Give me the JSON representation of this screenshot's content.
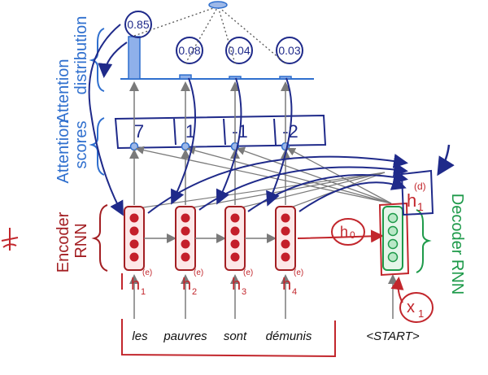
{
  "labels": {
    "attention_distribution_line1": "Attention",
    "attention_distribution_line2": "distribution",
    "attention_scores_line1": "Attention",
    "attention_scores_line2": "scores",
    "encoder_line1": "Encoder",
    "encoder_line2": "RNN",
    "decoder": "Decoder RNN"
  },
  "distribution_values": [
    "0.85",
    "0.08",
    "0.04",
    "0.03"
  ],
  "attention_scores": [
    "7",
    "1",
    "-1",
    "-2"
  ],
  "encoder_states": [
    "h1(e)",
    "h2(e)",
    "h3(e)",
    "h4(e)"
  ],
  "encoder_state_parts": [
    {
      "base": "h",
      "sub": "1",
      "sup": "(e)"
    },
    {
      "base": "h",
      "sub": "2",
      "sup": "(e)"
    },
    {
      "base": "h",
      "sub": "3",
      "sup": "(e)"
    },
    {
      "base": "h",
      "sub": "4",
      "sup": "(e)"
    }
  ],
  "decoder_state": {
    "base": "h",
    "sub": "1",
    "sup": "(d)"
  },
  "h0_label": "h0",
  "x1_label": "x1",
  "x1_parts": {
    "base": "x",
    "sub": "1"
  },
  "h0_parts": {
    "base": "h",
    "sub": "0"
  },
  "source_words": [
    "les",
    "pauvres",
    "sont",
    "démunis"
  ],
  "start_token": "<START>",
  "colors": {
    "blue": "#2f6fce",
    "red": "#a31f23",
    "green": "#1e9a4a",
    "navy": "#1f2a8a",
    "pen_red": "#c2262c"
  }
}
